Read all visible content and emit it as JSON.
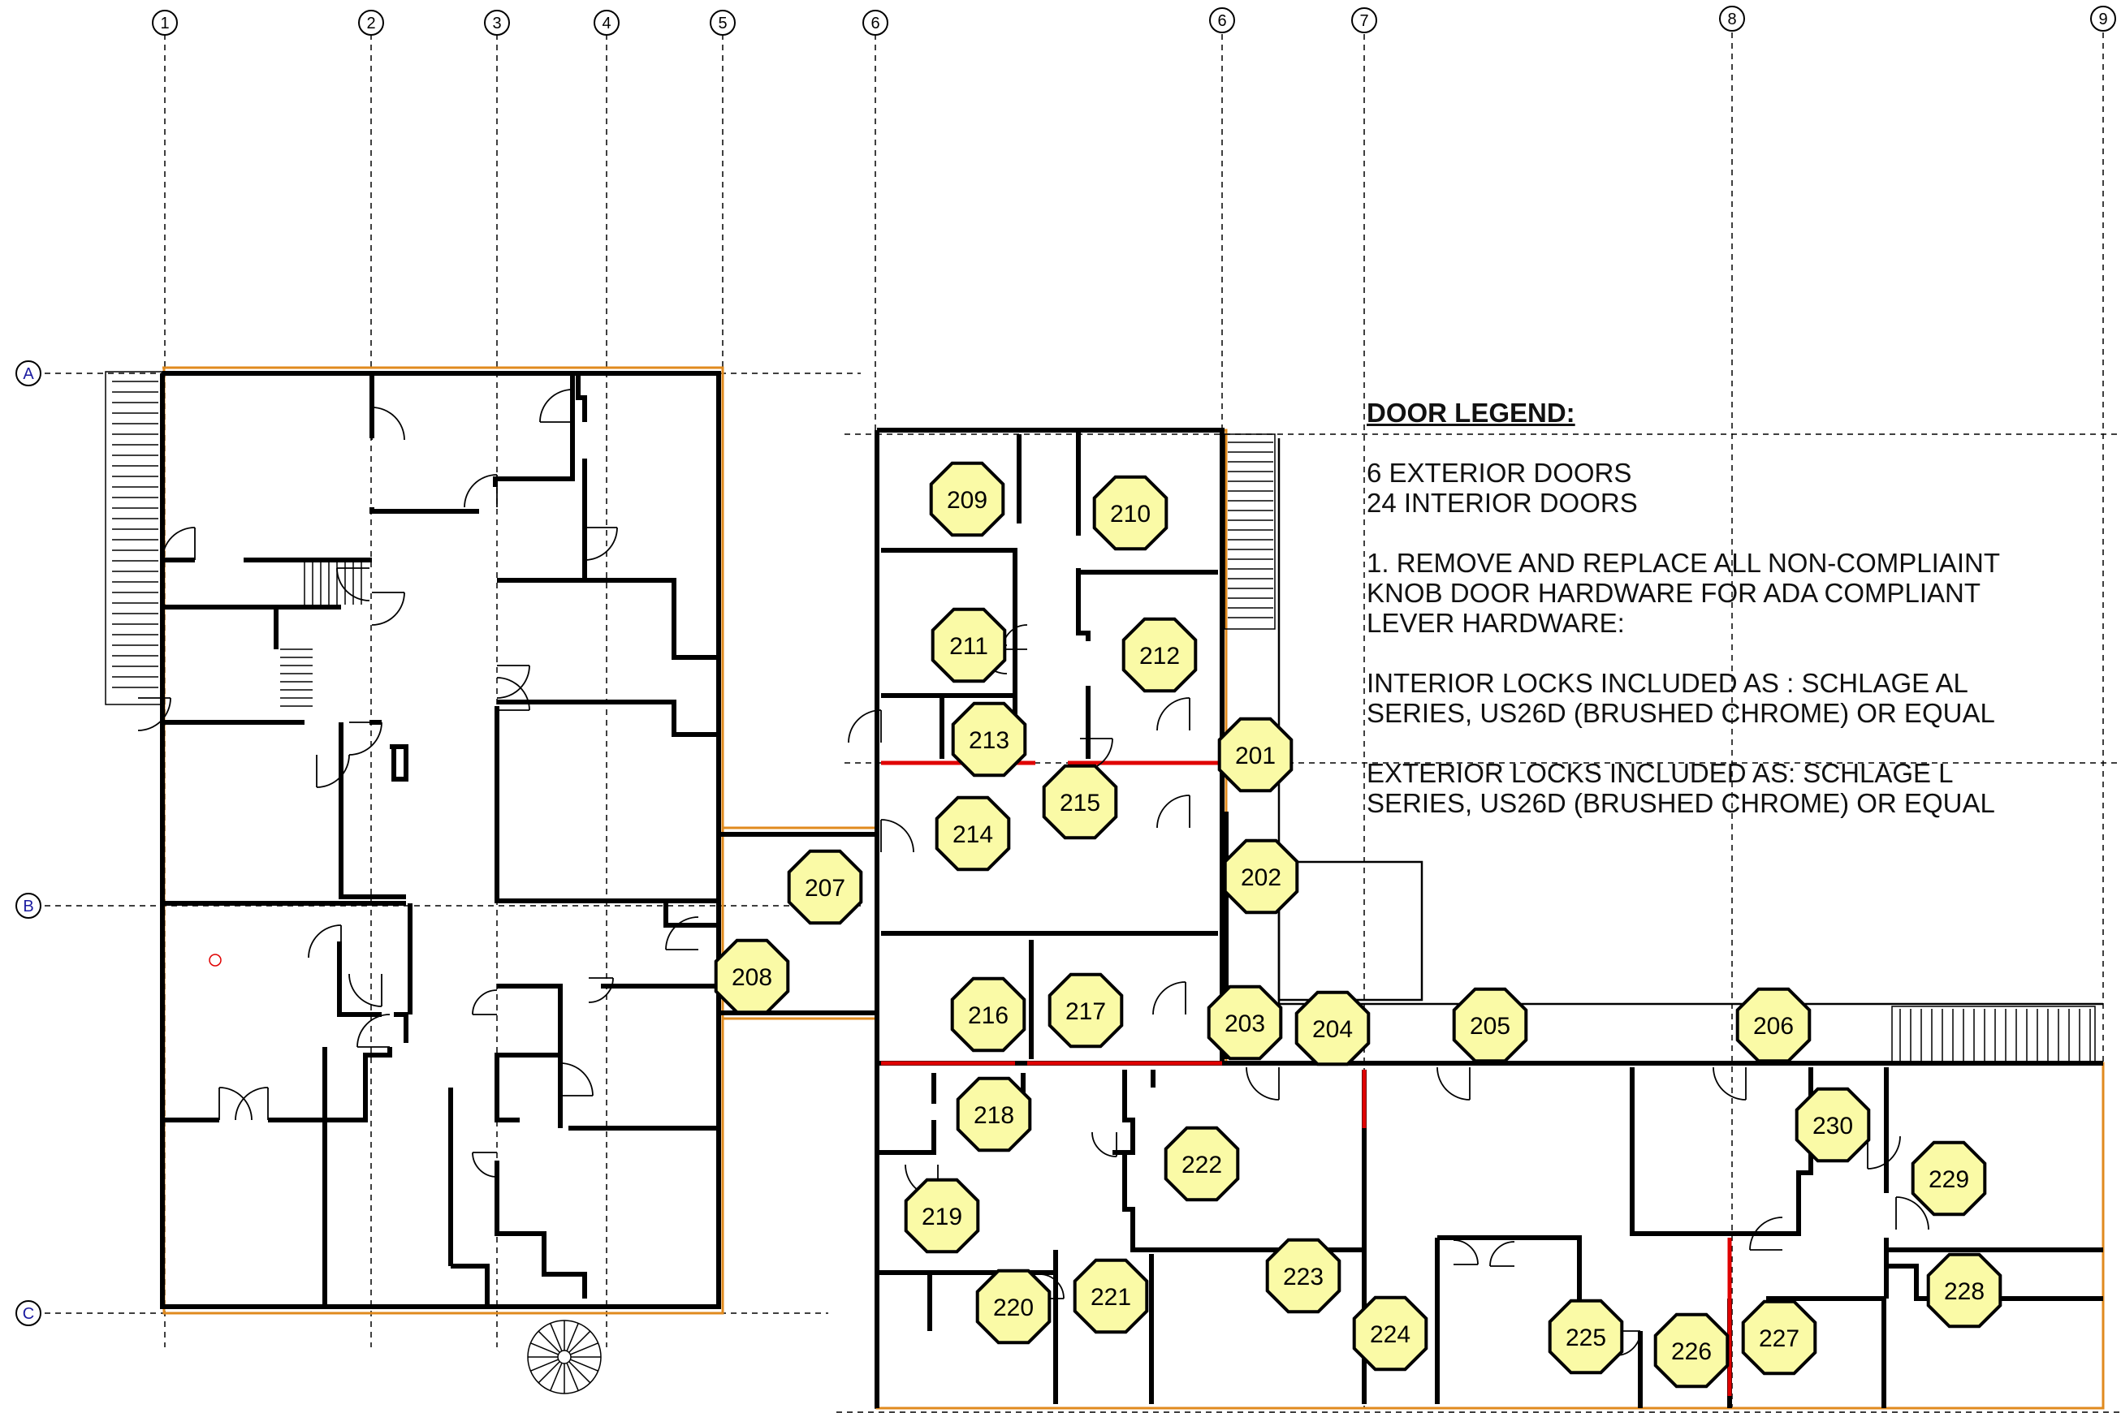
{
  "grid": {
    "columns": [
      "1",
      "2",
      "3",
      "4",
      "5",
      "6",
      "6",
      "7",
      "8",
      "9"
    ],
    "rows": [
      "A",
      "B",
      "C"
    ]
  },
  "doors": [
    "201",
    "202",
    "203",
    "204",
    "205",
    "206",
    "207",
    "208",
    "209",
    "210",
    "211",
    "212",
    "213",
    "214",
    "215",
    "216",
    "217",
    "218",
    "219",
    "220",
    "221",
    "222",
    "223",
    "224",
    "225",
    "226",
    "227",
    "228",
    "229",
    "230"
  ],
  "legend": {
    "title": "DOOR LEGEND:",
    "exterior": "6 EXTERIOR DOORS",
    "interior": "24 INTERIOR DOORS",
    "note_lines": [
      "1. REMOVE AND REPLACE ALL NON-COMPLIAINT",
      "KNOB  DOOR HARDWARE FOR ADA COMPLIANT",
      "LEVER HARDWARE:"
    ],
    "interior_locks": [
      "INTERIOR LOCKS INCLUDED AS : SCHLAGE AL",
      "SERIES, US26D (BRUSHED CHROME) OR EQUAL"
    ],
    "exterior_locks": [
      "EXTERIOR LOCKS INCLUDED AS: SCHLAGE L",
      "SERIES, US26D (BRUSHED CHROME) OR EQUAL"
    ]
  },
  "colors": {
    "tag_fill": "#fafaa6",
    "wall": "#000000",
    "boundary": "#e08a1e",
    "demo": "#e00000",
    "grid_line": "#000000"
  }
}
